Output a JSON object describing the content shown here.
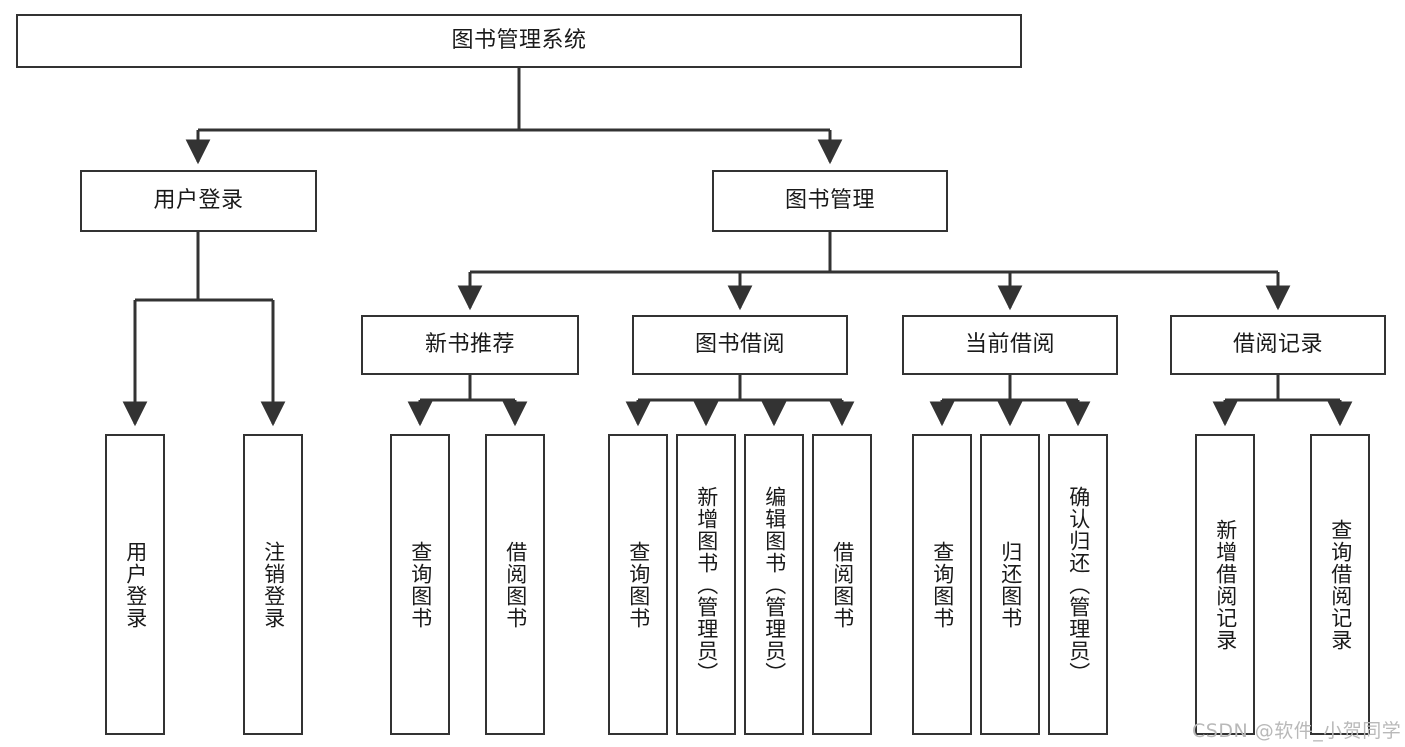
{
  "diagram": {
    "title": "图书管理系统",
    "type": "tree-hierarchy-chart",
    "colors": {
      "box_border": "#333333",
      "box_fill": "#ffffff",
      "edge": "#333333",
      "text": "#1a1a1a",
      "watermark": "#b9b9b9",
      "background": "#ffffff"
    },
    "nodes": {
      "root": {
        "label": "图书管理系统"
      },
      "level2": [
        {
          "id": "user-login",
          "label": "用户登录"
        },
        {
          "id": "book-manage",
          "label": "图书管理"
        }
      ],
      "level3": [
        {
          "id": "new-book-recommend",
          "label": "新书推荐"
        },
        {
          "id": "book-borrow",
          "label": "图书借阅"
        },
        {
          "id": "current-borrow",
          "label": "当前借阅"
        },
        {
          "id": "borrow-record",
          "label": "借阅记录"
        }
      ],
      "leaves": {
        "user_login": [
          {
            "id": "leaf-user-login",
            "label": "用户登录"
          },
          {
            "id": "leaf-user-logout",
            "label": "注销登录"
          }
        ],
        "new_book_recommend": [
          {
            "id": "leaf-query-book-1",
            "label": "查询图书"
          },
          {
            "id": "leaf-borrow-book-1",
            "label": "借阅图书"
          }
        ],
        "book_borrow": [
          {
            "id": "leaf-query-book-2",
            "label": "查询图书"
          },
          {
            "id": "leaf-add-book",
            "label": "新增图书（管理员）"
          },
          {
            "id": "leaf-edit-book",
            "label": "编辑图书（管理员）"
          },
          {
            "id": "leaf-borrow-book-2",
            "label": "借阅图书"
          }
        ],
        "current_borrow": [
          {
            "id": "leaf-query-book-3",
            "label": "查询图书"
          },
          {
            "id": "leaf-return-book",
            "label": "归还图书"
          },
          {
            "id": "leaf-confirm-return",
            "label": "确认归还（管理员）"
          }
        ],
        "borrow_record": [
          {
            "id": "leaf-add-record",
            "label": "新增借阅记录"
          },
          {
            "id": "leaf-query-record",
            "label": "查询借阅记录"
          }
        ]
      }
    },
    "watermark": "CSDN @软件_小贺同学"
  }
}
